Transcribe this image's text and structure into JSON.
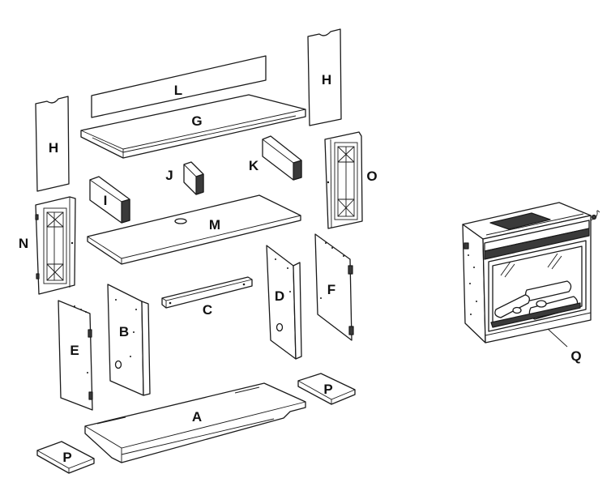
{
  "parts": [
    {
      "id": "A",
      "label": "A"
    },
    {
      "id": "B",
      "label": "B"
    },
    {
      "id": "C",
      "label": "C"
    },
    {
      "id": "D",
      "label": "D"
    },
    {
      "id": "E",
      "label": "E"
    },
    {
      "id": "F",
      "label": "F"
    },
    {
      "id": "G",
      "label": "G"
    },
    {
      "id": "H-left",
      "label": "H"
    },
    {
      "id": "H-right",
      "label": "H"
    },
    {
      "id": "I",
      "label": "I"
    },
    {
      "id": "J",
      "label": "J"
    },
    {
      "id": "K",
      "label": "K"
    },
    {
      "id": "L",
      "label": "L"
    },
    {
      "id": "M",
      "label": "M"
    },
    {
      "id": "N",
      "label": "N"
    },
    {
      "id": "O",
      "label": "O"
    },
    {
      "id": "P-right",
      "label": "P"
    },
    {
      "id": "P-left",
      "label": "P"
    },
    {
      "id": "Q",
      "label": "Q"
    }
  ]
}
